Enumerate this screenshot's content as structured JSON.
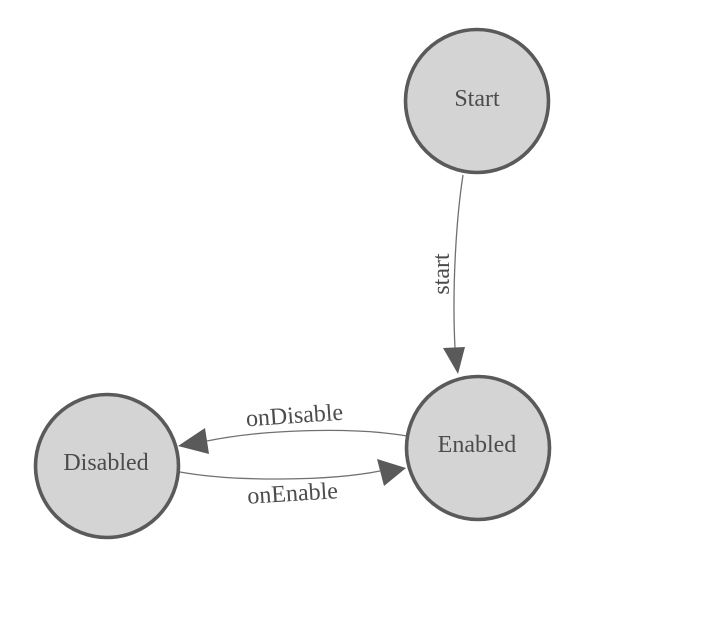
{
  "diagram": {
    "type": "state-machine",
    "nodes": [
      {
        "id": "start",
        "label": "Start"
      },
      {
        "id": "enabled",
        "label": "Enabled"
      },
      {
        "id": "disabled",
        "label": "Disabled"
      }
    ],
    "edges": [
      {
        "id": "start-to-enabled",
        "from": "Start",
        "to": "Enabled",
        "label": "start"
      },
      {
        "id": "enabled-to-disabled",
        "from": "Enabled",
        "to": "Disabled",
        "label": "onDisable"
      },
      {
        "id": "disabled-to-enabled",
        "from": "Disabled",
        "to": "Enabled",
        "label": "onEnable"
      }
    ],
    "colors": {
      "background": "#ffffff",
      "node_fill": "#d4d4d4",
      "node_stroke": "#5a5a5a",
      "edge_stroke": "#707070",
      "arrow_fill": "#5a5a5a",
      "text": "#4c4c4c"
    }
  }
}
